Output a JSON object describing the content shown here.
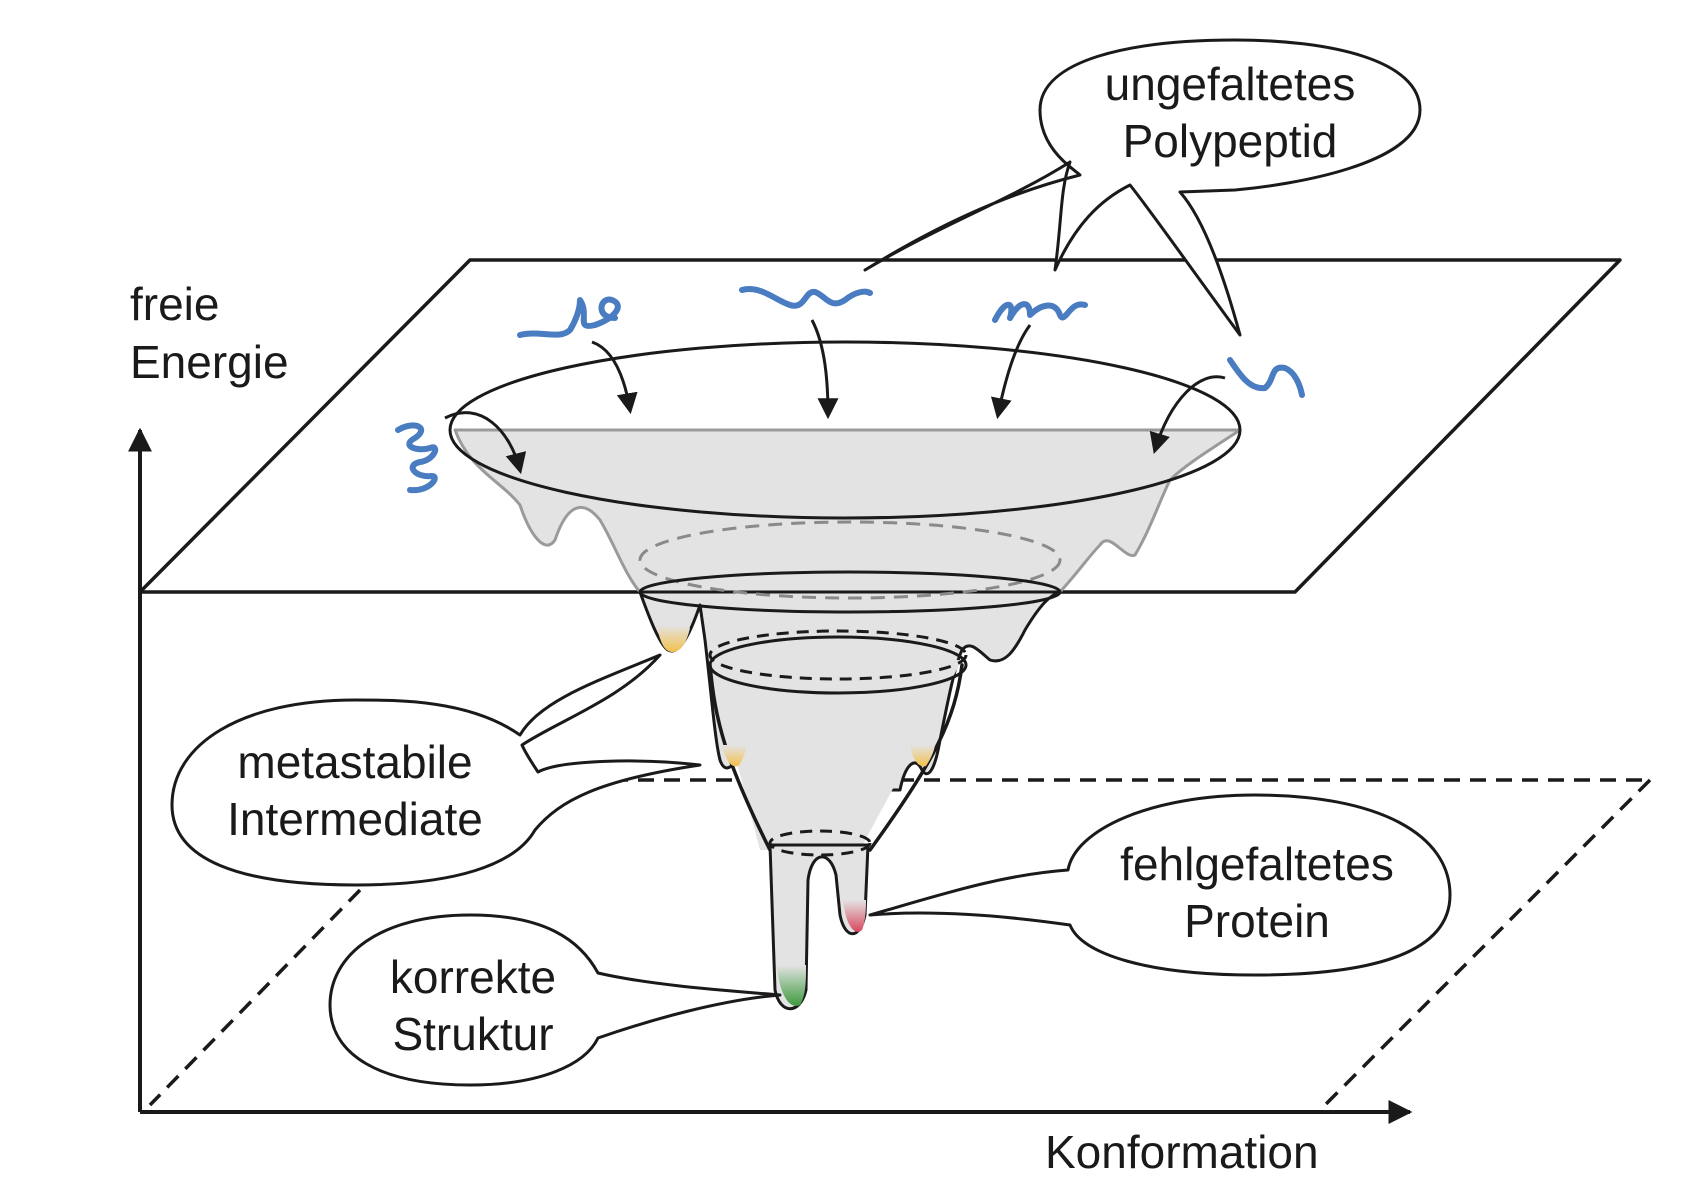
{
  "axes": {
    "y_label_line1": "freie",
    "y_label_line2": "Energie",
    "x_label": "Konformation"
  },
  "callouts": {
    "unfolded": {
      "line1": "ungefaltetes",
      "line2": "Polypeptid"
    },
    "intermediates": {
      "line1": "metastabile",
      "line2": "Intermediate"
    },
    "misfolded": {
      "line1": "fehlgefaltetes",
      "line2": "Protein"
    },
    "native": {
      "line1": "korrekte",
      "line2": "Struktur"
    }
  },
  "colors": {
    "unfolded_chain": "#4a7cc2",
    "intermediate_well": "#f2c14e",
    "misfolded_well": "#d8485f",
    "native_well": "#3e9a3e",
    "funnel_fill": "#e3e3e3"
  }
}
